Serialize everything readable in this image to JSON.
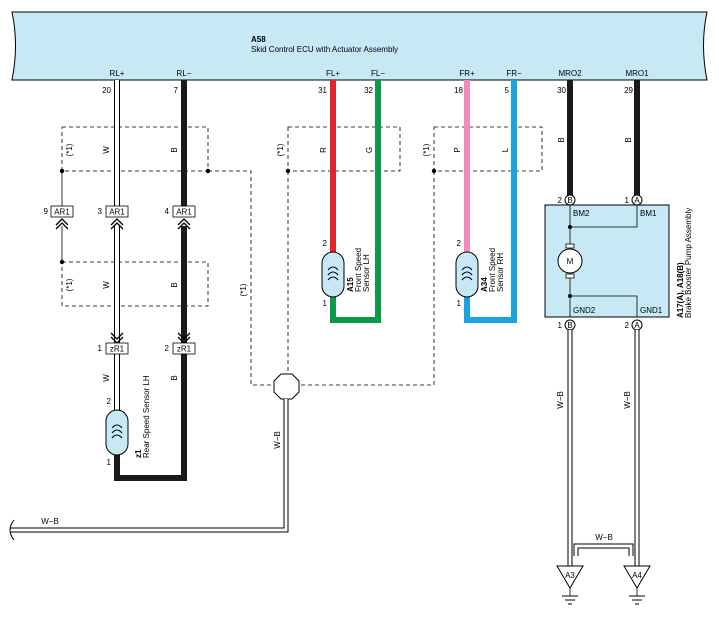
{
  "ecu": {
    "code": "A58",
    "name": "Skid Control ECU with Actuator Assembly"
  },
  "ecu_pins": [
    {
      "name": "RL+",
      "num": "20"
    },
    {
      "name": "RL−",
      "num": "7"
    },
    {
      "name": "FL+",
      "num": "31"
    },
    {
      "name": "FL−",
      "num": "32"
    },
    {
      "name": "FR+",
      "num": "18"
    },
    {
      "name": "FR−",
      "num": "5"
    },
    {
      "name": "MRO2",
      "num": "30"
    },
    {
      "name": "MRO1",
      "num": "29"
    }
  ],
  "wire_colors": {
    "rl_plus": "W",
    "rl_minus": "B",
    "fl_plus": "R",
    "fl_minus": "G",
    "fr_plus": "P",
    "fr_minus": "L",
    "mro2": "B",
    "mro1": "B",
    "shield": "W−B",
    "ground_bridge": "W−B",
    "gnd2": "W−B",
    "gnd1": "W−B"
  },
  "colors": {
    "ecu_fill": "#c6e9f5",
    "assembly_fill": "#c6e9f5",
    "sensor_fill": "#c6e9f5",
    "black_wire": "#1a1a1a",
    "red_wire": "#e3262b",
    "green_wire": "#0a9a48",
    "pink_wire": "#f28bb8",
    "blue_wire": "#1ba3e0",
    "white_wire": "#ffffff"
  },
  "note_mark": "(*1)",
  "connector_ar1": {
    "name": "AR1",
    "pins": [
      "9",
      "3",
      "4"
    ]
  },
  "connector_zr1": {
    "name": "zR1",
    "pins": [
      "1",
      "2"
    ]
  },
  "sensor_rear": {
    "code": "z1",
    "name": "Rear Speed Sensor LH",
    "pin_top": "2",
    "pin_bottom": "1"
  },
  "sensor_fl": {
    "code": "A15",
    "name1": "Front Speed",
    "name2": "Sensor LH",
    "pin_top": "2",
    "pin_bottom": "1"
  },
  "sensor_fr": {
    "code": "A34",
    "name1": "Front Speed",
    "name2": "Sensor RH",
    "pin_top": "2",
    "pin_bottom": "1"
  },
  "booster": {
    "code": "A17(A), A18(B)",
    "name": "Brake Booster Pump Assembly",
    "bm2": "BM2",
    "bm1": "BM1",
    "gnd2": "GND2",
    "gnd1": "GND1",
    "bm2_pin": "2",
    "bm2_conn": "B",
    "bm1_pin": "1",
    "bm1_conn": "A",
    "gnd2_pin": "1",
    "gnd2_conn": "B",
    "gnd1_pin": "2",
    "gnd1_conn": "A",
    "motor": "M"
  },
  "grounds": [
    "A3",
    "A4"
  ]
}
